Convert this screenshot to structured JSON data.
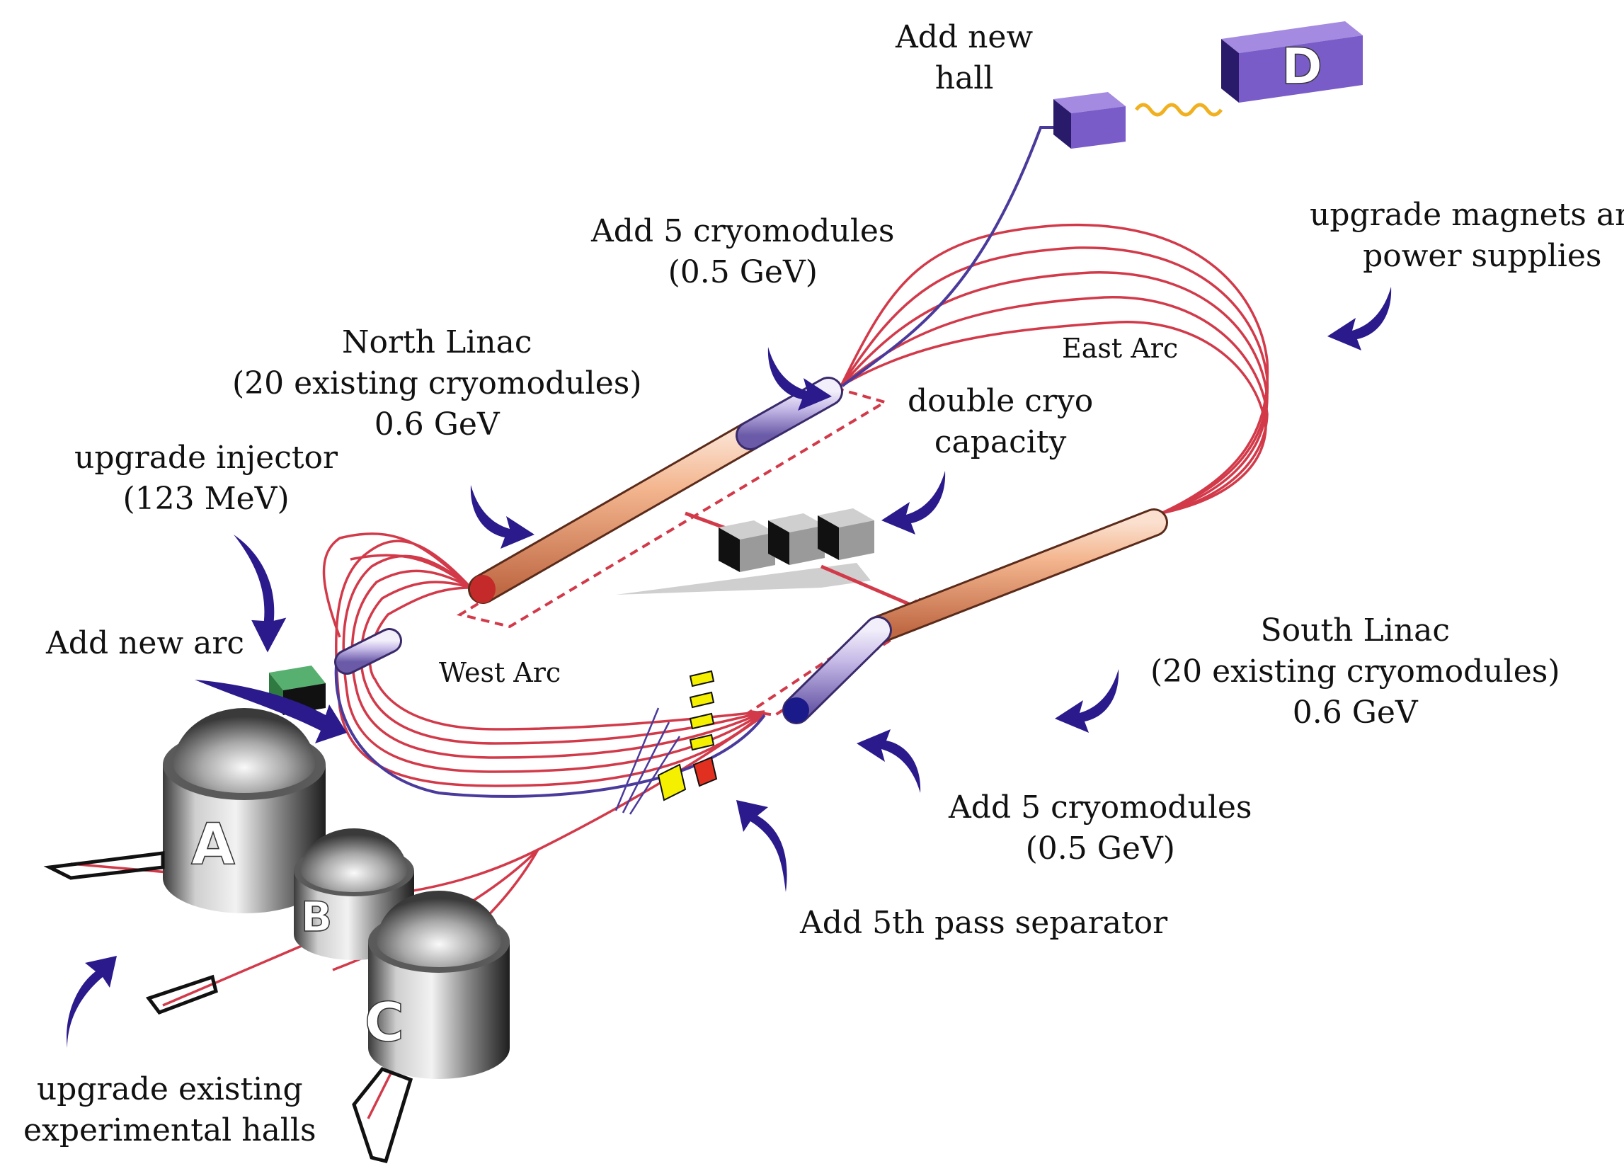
{
  "labels": {
    "new_hall": [
      "Add new",
      "hall"
    ],
    "cryo_north": [
      "Add 5 cryomodules",
      "(0.5 GeV)"
    ],
    "magnets": [
      "upgrade magnets and",
      "power supplies"
    ],
    "north_linac": [
      "North Linac",
      "(20 existing cryomodules)",
      "0.6 GeV"
    ],
    "east_arc": "East Arc",
    "double_cryo": [
      "double cryo",
      "capacity"
    ],
    "injector": [
      "upgrade injector",
      "(123 MeV)"
    ],
    "new_arc": "Add new arc",
    "west_arc": "West Arc",
    "south_linac": [
      "South Linac",
      "(20 existing cryomodules)",
      "0.6 GeV"
    ],
    "cryo_south": [
      "Add 5 cryomodules",
      "(0.5 GeV)"
    ],
    "separator": "Add 5th pass separator",
    "existing_halls": [
      "upgrade existing",
      "experimental halls"
    ]
  },
  "halls": {
    "a": "A",
    "b": "B",
    "c": "C",
    "d": "D"
  },
  "colors": {
    "beamline": "#d23a4a",
    "extraction": "#4a3a9c",
    "arrow": "#2a1a8c",
    "linac_copper": "#f0b090",
    "hall_d": "#7a5cc8",
    "hall_grey": "#9a9a9a",
    "separator_yellow": "#f4f000",
    "separator_red": "#e23020"
  },
  "icons": [
    "curved-arrow-icon"
  ]
}
